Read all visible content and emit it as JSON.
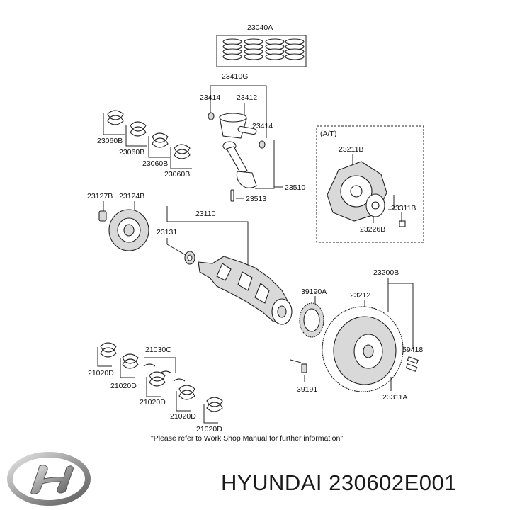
{
  "labels": {
    "piston_ring_set": "23040A",
    "piston": "23410G",
    "snap_ring_left": "23414",
    "piston_pin": "23412",
    "snap_ring_right": "23414",
    "rod_bearing_1": "23060B",
    "rod_bearing_2": "23060B",
    "rod_bearing_3": "23060B",
    "rod_bearing_4": "23060B",
    "connecting_rod": "23510",
    "rod_bolt": "23513",
    "pulley_bolt": "23127B",
    "damper_pulley": "23124B",
    "crankshaft": "23110",
    "oil_seal": "23131",
    "drive_plate": "23211B",
    "drive_plate_bolt": "23311B",
    "adapter_plate": "23226B",
    "flywheel_assy": "23200B",
    "ring_gear": "23212",
    "sensor_wheel": "39190A",
    "dowel_pin": "59418",
    "sensor_wheel_bolt": "39191",
    "flywheel_bolt": "23311A",
    "thrust_bearing": "21030C",
    "main_bearing_1": "21020D",
    "main_bearing_2": "21020D",
    "main_bearing_3": "21020D",
    "main_bearing_4": "21020D",
    "main_bearing_5": "21020D"
  },
  "at_box_title": "(A/T)",
  "footnote": "\"Please refer to Work Shop Manual for further information\"",
  "brand_text": "HYUNDAI 230602E001"
}
